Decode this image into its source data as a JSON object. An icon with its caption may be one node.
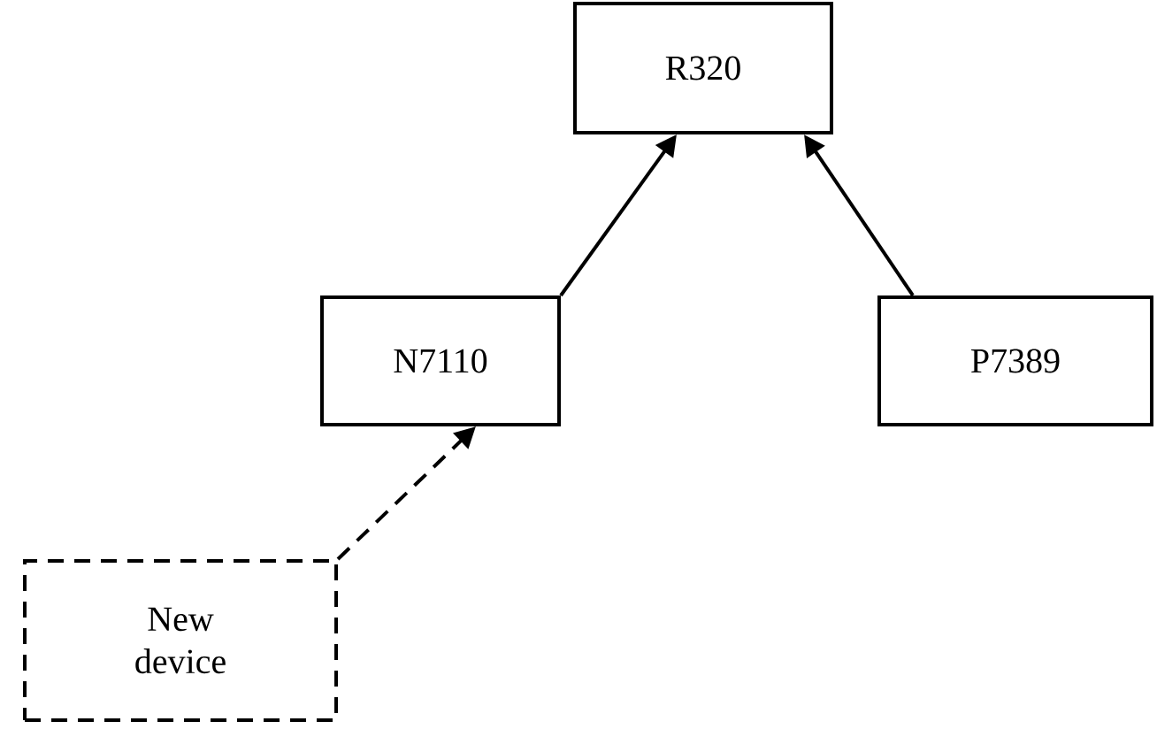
{
  "diagram": {
    "nodes": [
      {
        "text": [
          "R320"
        ]
      },
      {
        "text": [
          "N7110"
        ]
      },
      {
        "text": [
          "P7389"
        ]
      },
      {
        "text": [
          "New device"
        ]
      }
    ],
    "edges": [
      {
        "from": 1,
        "to": 0,
        "arrow": "to"
      },
      {
        "from": 2,
        "to": 0,
        "arrow": "to"
      },
      {
        "from": 3,
        "to": 1,
        "arrow": "to",
        "style": "dashed"
      }
    ]
  }
}
